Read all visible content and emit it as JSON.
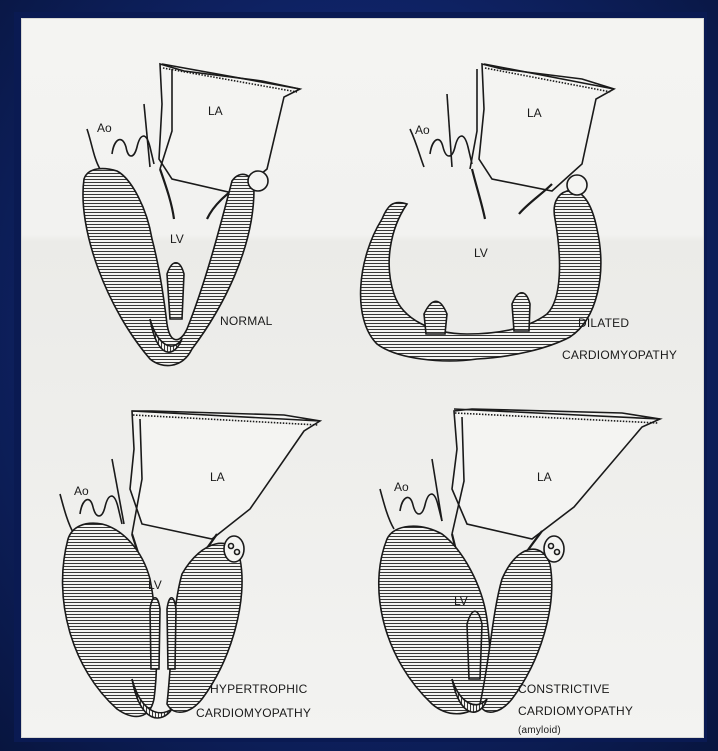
{
  "panels": {
    "normal": {
      "ao": "Ao",
      "la": "LA",
      "lv": "LV",
      "caption": "NORMAL"
    },
    "dilated": {
      "ao": "Ao",
      "la": "LA",
      "lv": "LV",
      "caption_line1": "DILATED",
      "caption_line2": "CARDIOMYOPATHY"
    },
    "hypertrophic": {
      "ao": "Ao",
      "la": "LA",
      "lv": "LV",
      "caption_line1": "HYPERTROPHIC",
      "caption_line2": "CARDIOMYOPATHY"
    },
    "constrictive": {
      "ao": "Ao",
      "la": "LA",
      "lv": "LV",
      "caption_line1": "CONSTRICTIVE",
      "caption_line2": "CARDIOMYOPATHY",
      "caption_line3": "(amyloid)"
    }
  }
}
